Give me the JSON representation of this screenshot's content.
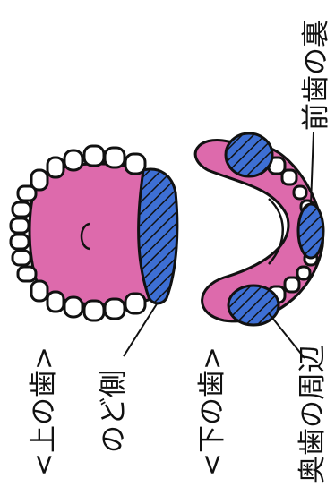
{
  "labels": {
    "upper_teeth": "<上の歯>",
    "throat_side": "のど側",
    "lower_teeth": "<下の歯>",
    "back_teeth_area": "奥歯の周辺",
    "front_teeth_back": "前歯の裏"
  },
  "colors": {
    "gum": "#dd6aac",
    "plaque": "#3d6fd4",
    "outline": "#111111",
    "tooth": "#ffffff"
  }
}
